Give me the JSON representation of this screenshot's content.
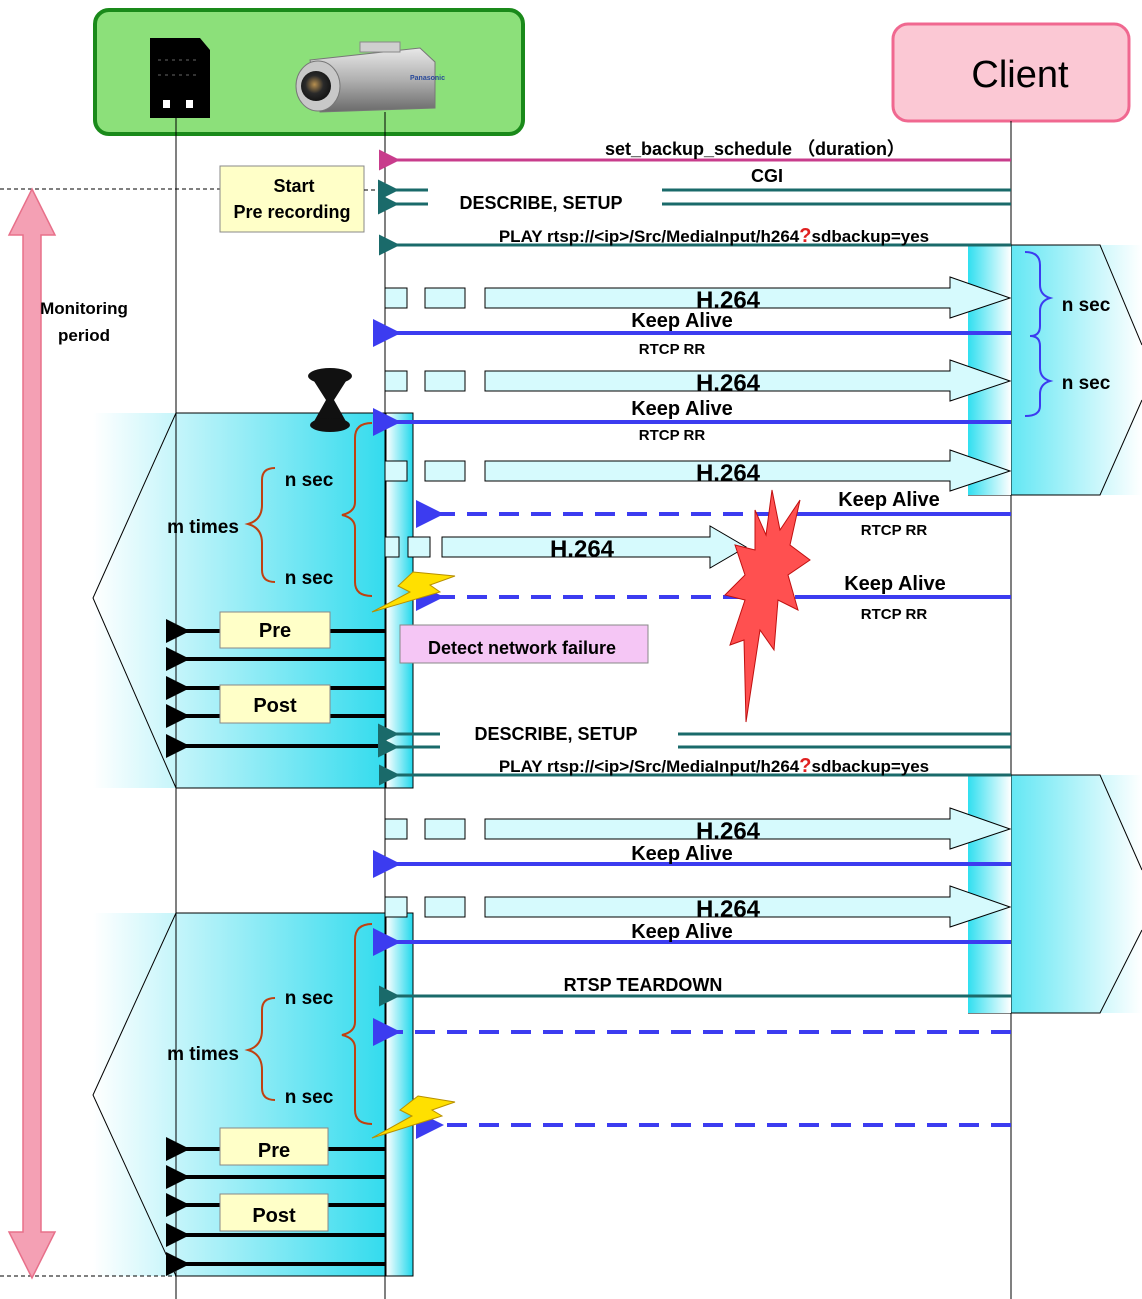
{
  "participants": {
    "client": "Client",
    "camera": "camera-icon",
    "sd_card": "sd-card-icon"
  },
  "labels": {
    "set_backup_schedule": "set_backup_schedule （duration）",
    "cgi": "CGI",
    "start_pre_recording": [
      "Start",
      "Pre recording"
    ],
    "describe_setup": "DESCRIBE, SETUP",
    "play_rtsp": "PLAY rtsp://<ip>/Src/MediaInput/h264",
    "play_q": "?",
    "play_tail": "sdbackup=yes",
    "h264": "H.264",
    "keep_alive": "Keep Alive",
    "rtcp_rr": "RTCP RR",
    "n_sec": "n sec",
    "m_times": "m times",
    "monitoring_period": [
      "Monitoring",
      "period"
    ],
    "pre": "Pre",
    "post": "Post",
    "detect_network_failure": "Detect network failure",
    "rtsp_teardown": "RTSP TEARDOWN"
  },
  "colors": {
    "client_box_fill": "#fbc8d4",
    "client_box_border": "#f06890",
    "device_box_fill": "#8ce07a",
    "device_box_border": "#1a8a1a",
    "keep_alive_arrow": "#3c3cf0",
    "teal_arrow": "#1a6a6a",
    "magenta_arrow": "#c83c8c",
    "cyan_fill": "#33e0f0",
    "note_fill": "#ffffc8",
    "detect_fill": "#f5c6f5",
    "monitor_arrow": "#f08ca0",
    "explosion": "#ff5050",
    "lightning": "#ffe000",
    "brace": "#c04010"
  }
}
